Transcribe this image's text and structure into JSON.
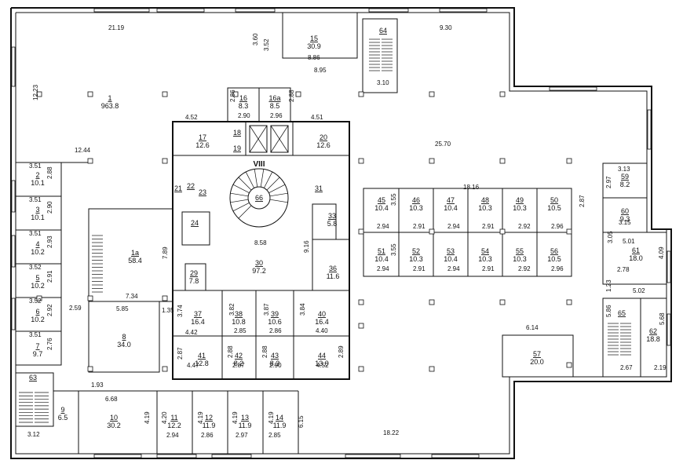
{
  "plan": {
    "section_label": "VIII",
    "section_label_color": "#cc2222",
    "rooms": [
      {
        "id": "1",
        "area": "963.8"
      },
      {
        "id": "1a",
        "area": "58.4"
      },
      {
        "id": "2",
        "area": "10.1"
      },
      {
        "id": "3",
        "area": "10.1"
      },
      {
        "id": "4",
        "area": "10.2"
      },
      {
        "id": "5",
        "area": "10.2"
      },
      {
        "id": "6",
        "area": "10.2"
      },
      {
        "id": "7",
        "area": "9.7"
      },
      {
        "id": "8",
        "area": "34.0"
      },
      {
        "id": "9",
        "area": "6.5"
      },
      {
        "id": "10",
        "area": "30.2"
      },
      {
        "id": "11",
        "area": "12.2"
      },
      {
        "id": "12",
        "area": "11.9"
      },
      {
        "id": "13",
        "area": "11.9"
      },
      {
        "id": "14",
        "area": "11.9"
      },
      {
        "id": "15",
        "area": "30.9"
      },
      {
        "id": "16",
        "area": "8.3"
      },
      {
        "id": "16a",
        "area": "8.5"
      },
      {
        "id": "17",
        "area": "12.6"
      },
      {
        "id": "18",
        "area": ""
      },
      {
        "id": "19",
        "area": ""
      },
      {
        "id": "20",
        "area": "12.6"
      },
      {
        "id": "21",
        "area": ""
      },
      {
        "id": "22",
        "area": ""
      },
      {
        "id": "23",
        "area": ""
      },
      {
        "id": "24",
        "area": ""
      },
      {
        "id": "29",
        "area": "7.8"
      },
      {
        "id": "30",
        "area": "97.2"
      },
      {
        "id": "31",
        "area": ""
      },
      {
        "id": "33",
        "area": "5.8"
      },
      {
        "id": "36",
        "area": "11.6"
      },
      {
        "id": "37",
        "area": "16.4"
      },
      {
        "id": "38",
        "area": "10.8"
      },
      {
        "id": "39",
        "area": "10.6"
      },
      {
        "id": "40",
        "area": "16.4"
      },
      {
        "id": "41",
        "area": "12.8"
      },
      {
        "id": "42",
        "area": "8.2"
      },
      {
        "id": "43",
        "area": "8.3"
      },
      {
        "id": "44",
        "area": "13.0"
      },
      {
        "id": "45",
        "area": "10.4"
      },
      {
        "id": "46",
        "area": "10.3"
      },
      {
        "id": "47",
        "area": "10.4"
      },
      {
        "id": "48",
        "area": "10.3"
      },
      {
        "id": "49",
        "area": "10.3"
      },
      {
        "id": "50",
        "area": "10.5"
      },
      {
        "id": "51",
        "area": "10.4"
      },
      {
        "id": "52",
        "area": "10.3"
      },
      {
        "id": "53",
        "area": "10.4"
      },
      {
        "id": "54",
        "area": "10.3"
      },
      {
        "id": "55",
        "area": "10.3"
      },
      {
        "id": "56",
        "area": "10.5"
      },
      {
        "id": "57",
        "area": "20.0"
      },
      {
        "id": "59",
        "area": "8.2"
      },
      {
        "id": "60",
        "area": "9.3"
      },
      {
        "id": "61",
        "area": "18.0"
      },
      {
        "id": "62",
        "area": "18.8"
      },
      {
        "id": "63",
        "area": ""
      },
      {
        "id": "64",
        "area": ""
      },
      {
        "id": "65",
        "area": ""
      },
      {
        "id": "66",
        "area": ""
      }
    ],
    "dimensions": [
      "21.19",
      "3.60",
      "3.52",
      "8.86",
      "8.95",
      "9.30",
      "3.10",
      "12.23",
      "2.86",
      "2.90",
      "2.96",
      "2.88",
      "4.52",
      "4.51",
      "25.70",
      "12.44",
      "3.51",
      "2.88",
      "3.51",
      "2.90",
      "3.51",
      "2.93",
      "3.52",
      "2.91",
      "3.52",
      "2.92",
      "3.51",
      "2.76",
      "7.89",
      "7.34",
      "2.59",
      "5.85",
      "1.35",
      "1.93",
      "6.68",
      "3.12",
      "4.19",
      "4.20",
      "2.94",
      "4.19",
      "2.86",
      "4.19",
      "2.97",
      "4.19",
      "2.85",
      "6.15",
      "18.22",
      "8.58",
      "9.16",
      "3.74",
      "4.42",
      "3.82",
      "2.85",
      "3.87",
      "2.86",
      "3.84",
      "4.40",
      "2.87",
      "4.47",
      "2.88",
      "2.87",
      "2.88",
      "2.90",
      "4.52",
      "2.89",
      "18.16",
      "3.55",
      "2.94",
      "2.91",
      "2.94",
      "2.91",
      "2.92",
      "2.96",
      "3.55",
      "2.94",
      "2.91",
      "2.94",
      "2.91",
      "2.92",
      "2.96",
      "2.87",
      "6.14",
      "3.13",
      "2.97",
      "3.15",
      "3.05",
      "5.01",
      "4.09",
      "2.78",
      "1.23",
      "5.02",
      "5.86",
      "5.68",
      "2.67",
      "2.19"
    ]
  }
}
